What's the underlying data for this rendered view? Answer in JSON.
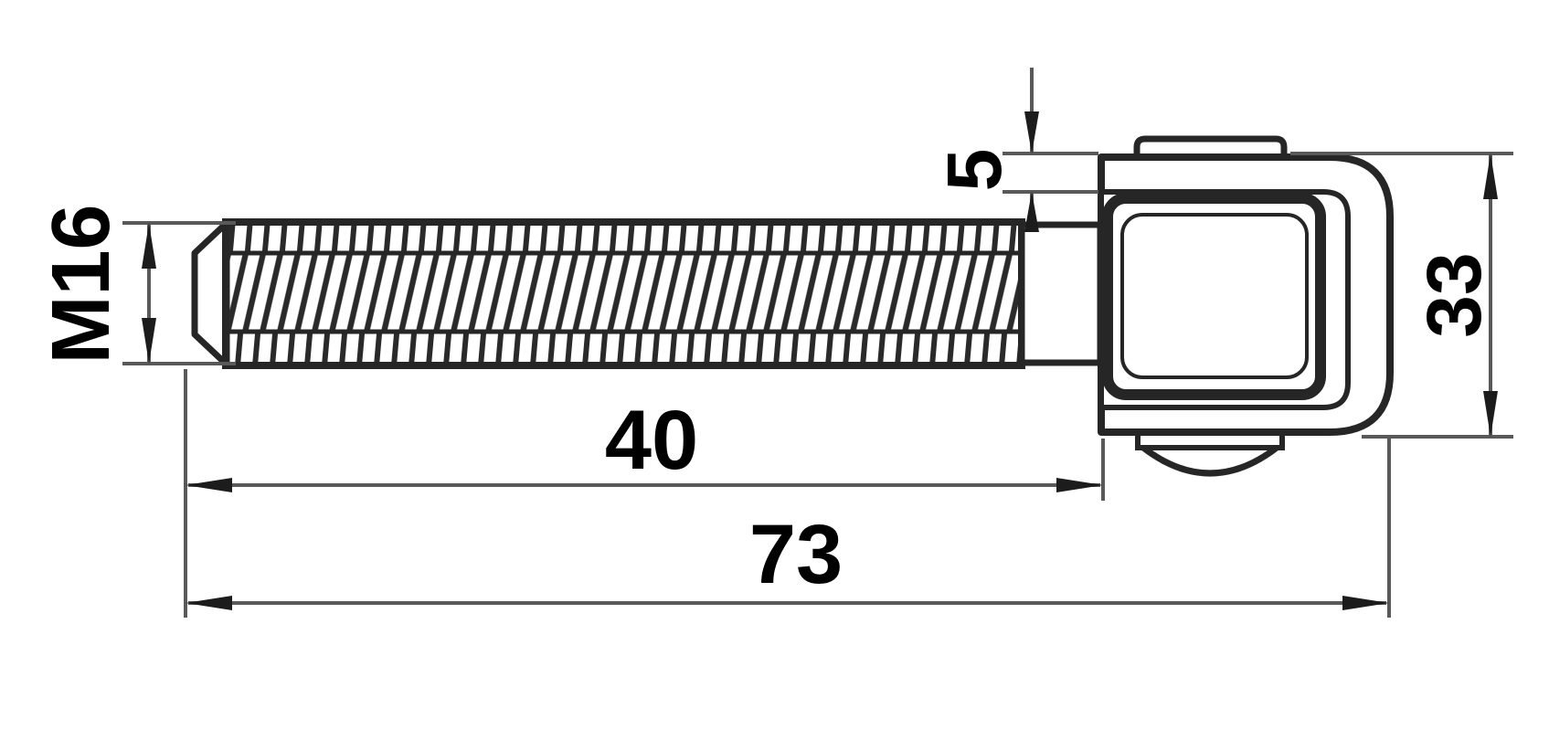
{
  "drawing": {
    "kind": "technical-dimension-drawing",
    "dimensions": {
      "thread_designation": "M16",
      "bracket_plate_thickness": "5",
      "bracket_height": "33",
      "thread_length": "40",
      "overall_length": "73"
    },
    "colors": {
      "background": "#ffffff",
      "part_outline": "#262626",
      "dimension_lines": "#595959",
      "dimension_text": "#000000"
    }
  }
}
